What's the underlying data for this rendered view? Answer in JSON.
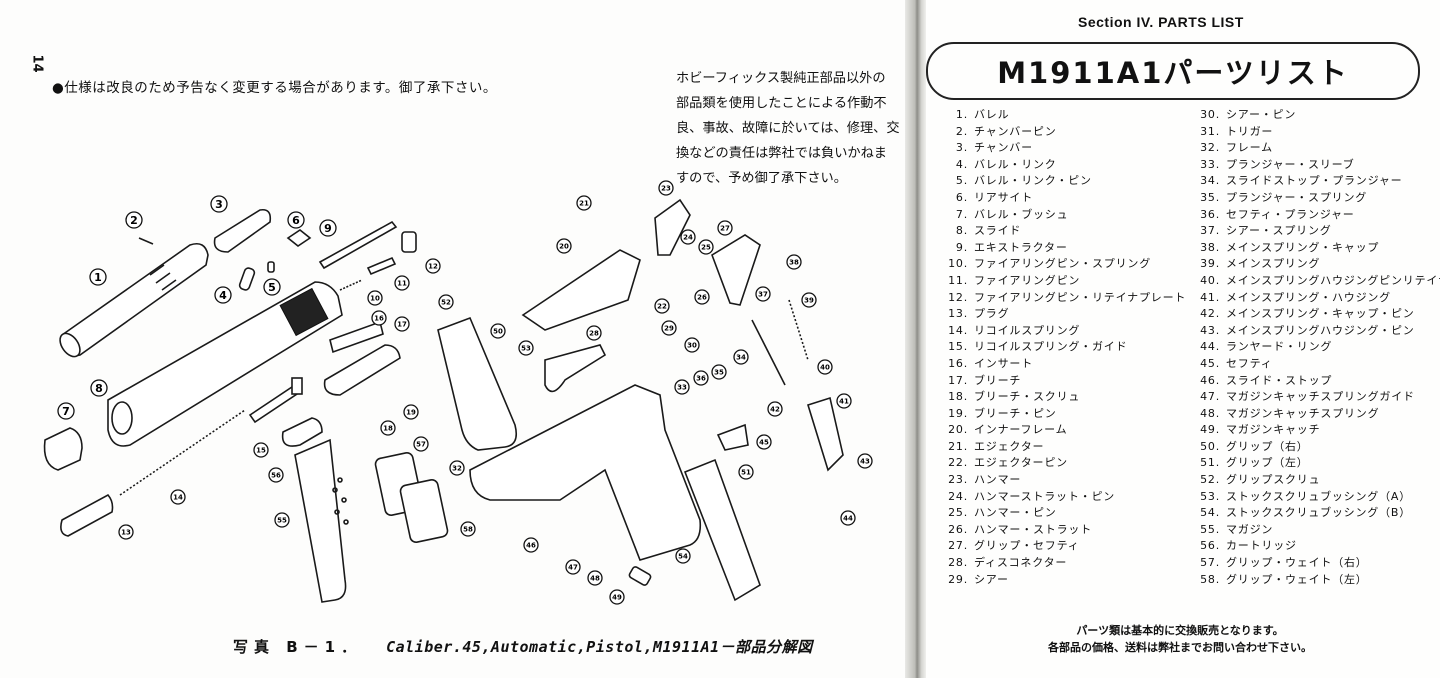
{
  "left_page": {
    "page_number": "14",
    "spec_note": "●仕様は改良のため予告なく変更する場合があります。御了承下さい。",
    "disclaimer_lines": [
      "ホビーフィックス製純正部品以外の",
      "部品類を使用したことによる作動不",
      "良、事故、故障に於いては、修理、交",
      "換などの責任は弊社では負いかねま",
      "すので、予め御了承下さい。"
    ],
    "caption_label": "写真 B－1．",
    "caption_text": "Caliber.45,Automatic,Pistol,M1911A1－部品分解図"
  },
  "diagram": {
    "callouts": [
      "1",
      "2",
      "3",
      "4",
      "5",
      "6",
      "7",
      "8",
      "9",
      "10",
      "11",
      "12",
      "13",
      "14",
      "15",
      "16",
      "17",
      "18",
      "19",
      "20",
      "21",
      "22",
      "23",
      "24",
      "25",
      "26",
      "27",
      "28",
      "29",
      "30",
      "32",
      "33",
      "34",
      "35",
      "36",
      "37",
      "38",
      "39",
      "40",
      "41",
      "42",
      "43",
      "44",
      "45",
      "46",
      "47",
      "48",
      "49",
      "50",
      "51",
      "52",
      "53",
      "54",
      "55",
      "56",
      "57",
      "58"
    ]
  },
  "right_page": {
    "section_heading": "Section IV.  PARTS LIST",
    "title": "M1911A1パーツリスト",
    "parts_col1": [
      {
        "no": "1.",
        "name": "バレル"
      },
      {
        "no": "2.",
        "name": "チャンバーピン"
      },
      {
        "no": "3.",
        "name": "チャンバー"
      },
      {
        "no": "4.",
        "name": "バレル・リンク"
      },
      {
        "no": "5.",
        "name": "バレル・リンク・ピン"
      },
      {
        "no": "6.",
        "name": "リアサイト"
      },
      {
        "no": "7.",
        "name": "バレル・ブッシュ"
      },
      {
        "no": "8.",
        "name": "スライド"
      },
      {
        "no": "9.",
        "name": "エキストラクター"
      },
      {
        "no": "10.",
        "name": "ファイアリングピン・スプリング"
      },
      {
        "no": "11.",
        "name": "ファイアリングピン"
      },
      {
        "no": "12.",
        "name": "ファイアリングピン・リテイナプレート"
      },
      {
        "no": "13.",
        "name": "プラグ"
      },
      {
        "no": "14.",
        "name": "リコイルスプリング"
      },
      {
        "no": "15.",
        "name": "リコイルスプリング・ガイド"
      },
      {
        "no": "16.",
        "name": "インサート"
      },
      {
        "no": "17.",
        "name": "ブリーチ"
      },
      {
        "no": "18.",
        "name": "ブリーチ・スクリュ"
      },
      {
        "no": "19.",
        "name": "ブリーチ・ピン"
      },
      {
        "no": "20.",
        "name": "インナーフレーム"
      },
      {
        "no": "21.",
        "name": "エジェクター"
      },
      {
        "no": "22.",
        "name": "エジェクターピン"
      },
      {
        "no": "23.",
        "name": "ハンマー"
      },
      {
        "no": "24.",
        "name": "ハンマーストラット・ピン"
      },
      {
        "no": "25.",
        "name": "ハンマー・ピン"
      },
      {
        "no": "26.",
        "name": "ハンマー・ストラット"
      },
      {
        "no": "27.",
        "name": "グリップ・セフティ"
      },
      {
        "no": "28.",
        "name": "ディスコネクター"
      },
      {
        "no": "29.",
        "name": "シアー"
      }
    ],
    "parts_col2": [
      {
        "no": "30.",
        "name": "シアー・ピン"
      },
      {
        "no": "31.",
        "name": "トリガー"
      },
      {
        "no": "32.",
        "name": "フレーム"
      },
      {
        "no": "33.",
        "name": "プランジャー・スリーブ"
      },
      {
        "no": "34.",
        "name": "スライドストップ・プランジャー"
      },
      {
        "no": "35.",
        "name": "プランジャー・スプリング"
      },
      {
        "no": "36.",
        "name": "セフティ・プランジャー"
      },
      {
        "no": "37.",
        "name": "シアー・スプリング"
      },
      {
        "no": "38.",
        "name": "メインスプリング・キャップ"
      },
      {
        "no": "39.",
        "name": "メインスプリング"
      },
      {
        "no": "40.",
        "name": "メインスプリングハウジングピンリテイナ"
      },
      {
        "no": "41.",
        "name": "メインスプリング・ハウジング"
      },
      {
        "no": "42.",
        "name": "メインスプリング・キャップ・ピン"
      },
      {
        "no": "43.",
        "name": "メインスプリングハウジング・ピン"
      },
      {
        "no": "44.",
        "name": "ランヤード・リング"
      },
      {
        "no": "45.",
        "name": "セフティ"
      },
      {
        "no": "46.",
        "name": "スライド・ストップ"
      },
      {
        "no": "47.",
        "name": "マガジンキャッチスプリングガイド"
      },
      {
        "no": "48.",
        "name": "マガジンキャッチスプリング"
      },
      {
        "no": "49.",
        "name": "マガジンキャッチ"
      },
      {
        "no": "50.",
        "name": "グリップ（右）"
      },
      {
        "no": "51.",
        "name": "グリップ（左）"
      },
      {
        "no": "52.",
        "name": "グリップスクリュ"
      },
      {
        "no": "53.",
        "name": "ストックスクリュブッシング（A）"
      },
      {
        "no": "54.",
        "name": "ストックスクリュブッシング（B）"
      },
      {
        "no": "55.",
        "name": "マガジン"
      },
      {
        "no": "56.",
        "name": "カートリッジ"
      },
      {
        "no": "57.",
        "name": "グリップ・ウェイト（右）"
      },
      {
        "no": "58.",
        "name": "グリップ・ウェイト（左）"
      }
    ],
    "footer_lines": [
      "パーツ類は基本的に交換販売となります。",
      "各部品の価格、送料は弊社までお問い合わせ下さい。"
    ]
  }
}
